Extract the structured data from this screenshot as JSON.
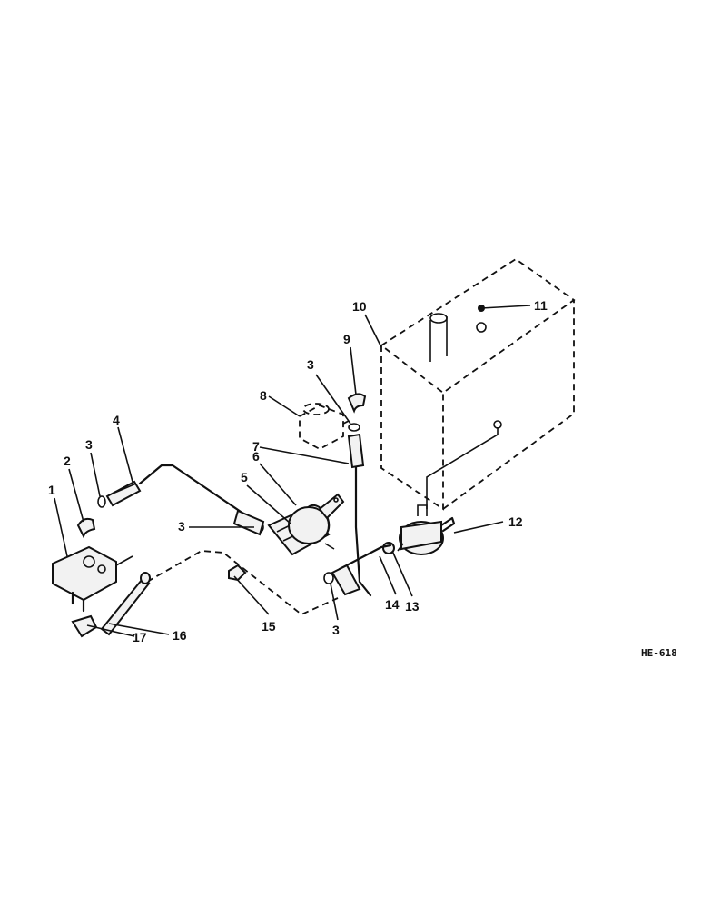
{
  "callouts": [
    "1",
    "2",
    "3",
    "4",
    "5",
    "6",
    "7",
    "8",
    "9",
    "10",
    "11",
    "12",
    "13",
    "14",
    "15",
    "16",
    "17"
  ],
  "figure_ref": "HE-618",
  "colors": {
    "ink": "#111111",
    "paper": "#ffffff"
  }
}
